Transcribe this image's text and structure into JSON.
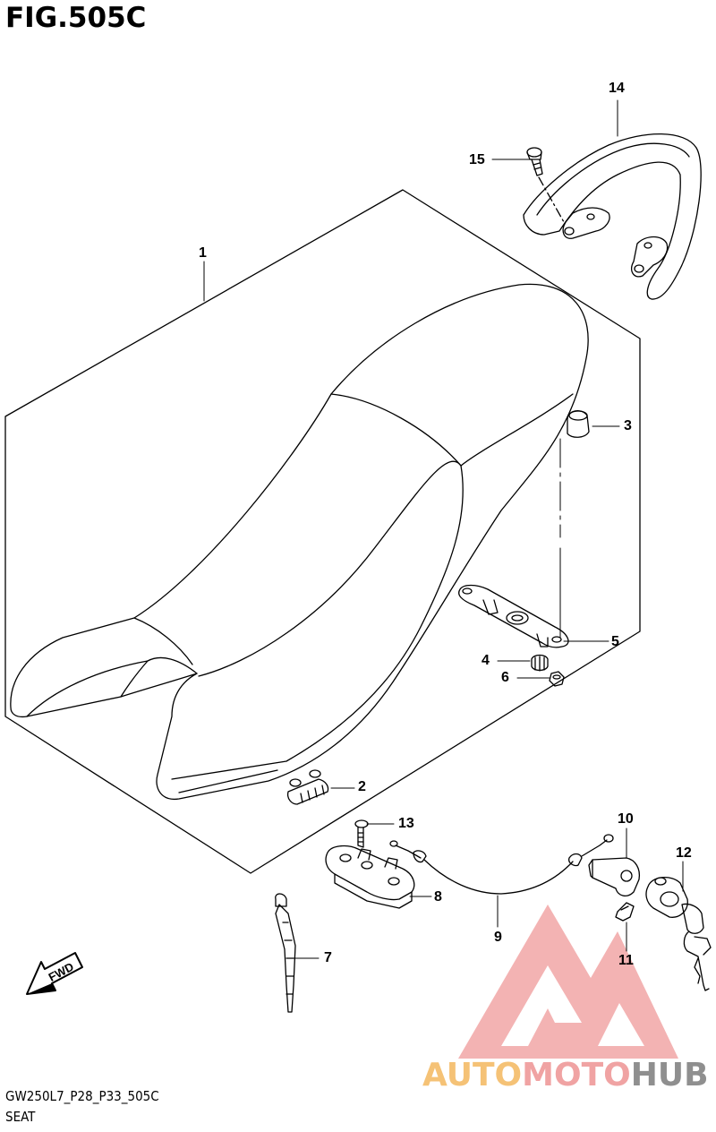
{
  "figure": {
    "title": "FIG.505C",
    "code": "GW250L7_P28_P33_505C",
    "name": "SEAT"
  },
  "callouts": [
    {
      "id": "1",
      "label": "1"
    },
    {
      "id": "2",
      "label": "2"
    },
    {
      "id": "3",
      "label": "3"
    },
    {
      "id": "4",
      "label": "4"
    },
    {
      "id": "5",
      "label": "5"
    },
    {
      "id": "6",
      "label": "6"
    },
    {
      "id": "7",
      "label": "7"
    },
    {
      "id": "8",
      "label": "8"
    },
    {
      "id": "9",
      "label": "9"
    },
    {
      "id": "10",
      "label": "10"
    },
    {
      "id": "11",
      "label": "11"
    },
    {
      "id": "12",
      "label": "12"
    },
    {
      "id": "13",
      "label": "13"
    },
    {
      "id": "14",
      "label": "14"
    },
    {
      "id": "15",
      "label": "15"
    }
  ],
  "fwd_arrow": {
    "label": "FWD"
  },
  "watermark": {
    "part1": "AUTO",
    "part2": "MOTO",
    "part3": "HUB",
    "colors": {
      "auto": "#f5c276",
      "moto": "#f0a3a3",
      "hub": "#8f8f8f",
      "logo": "#ee8a8a"
    }
  }
}
